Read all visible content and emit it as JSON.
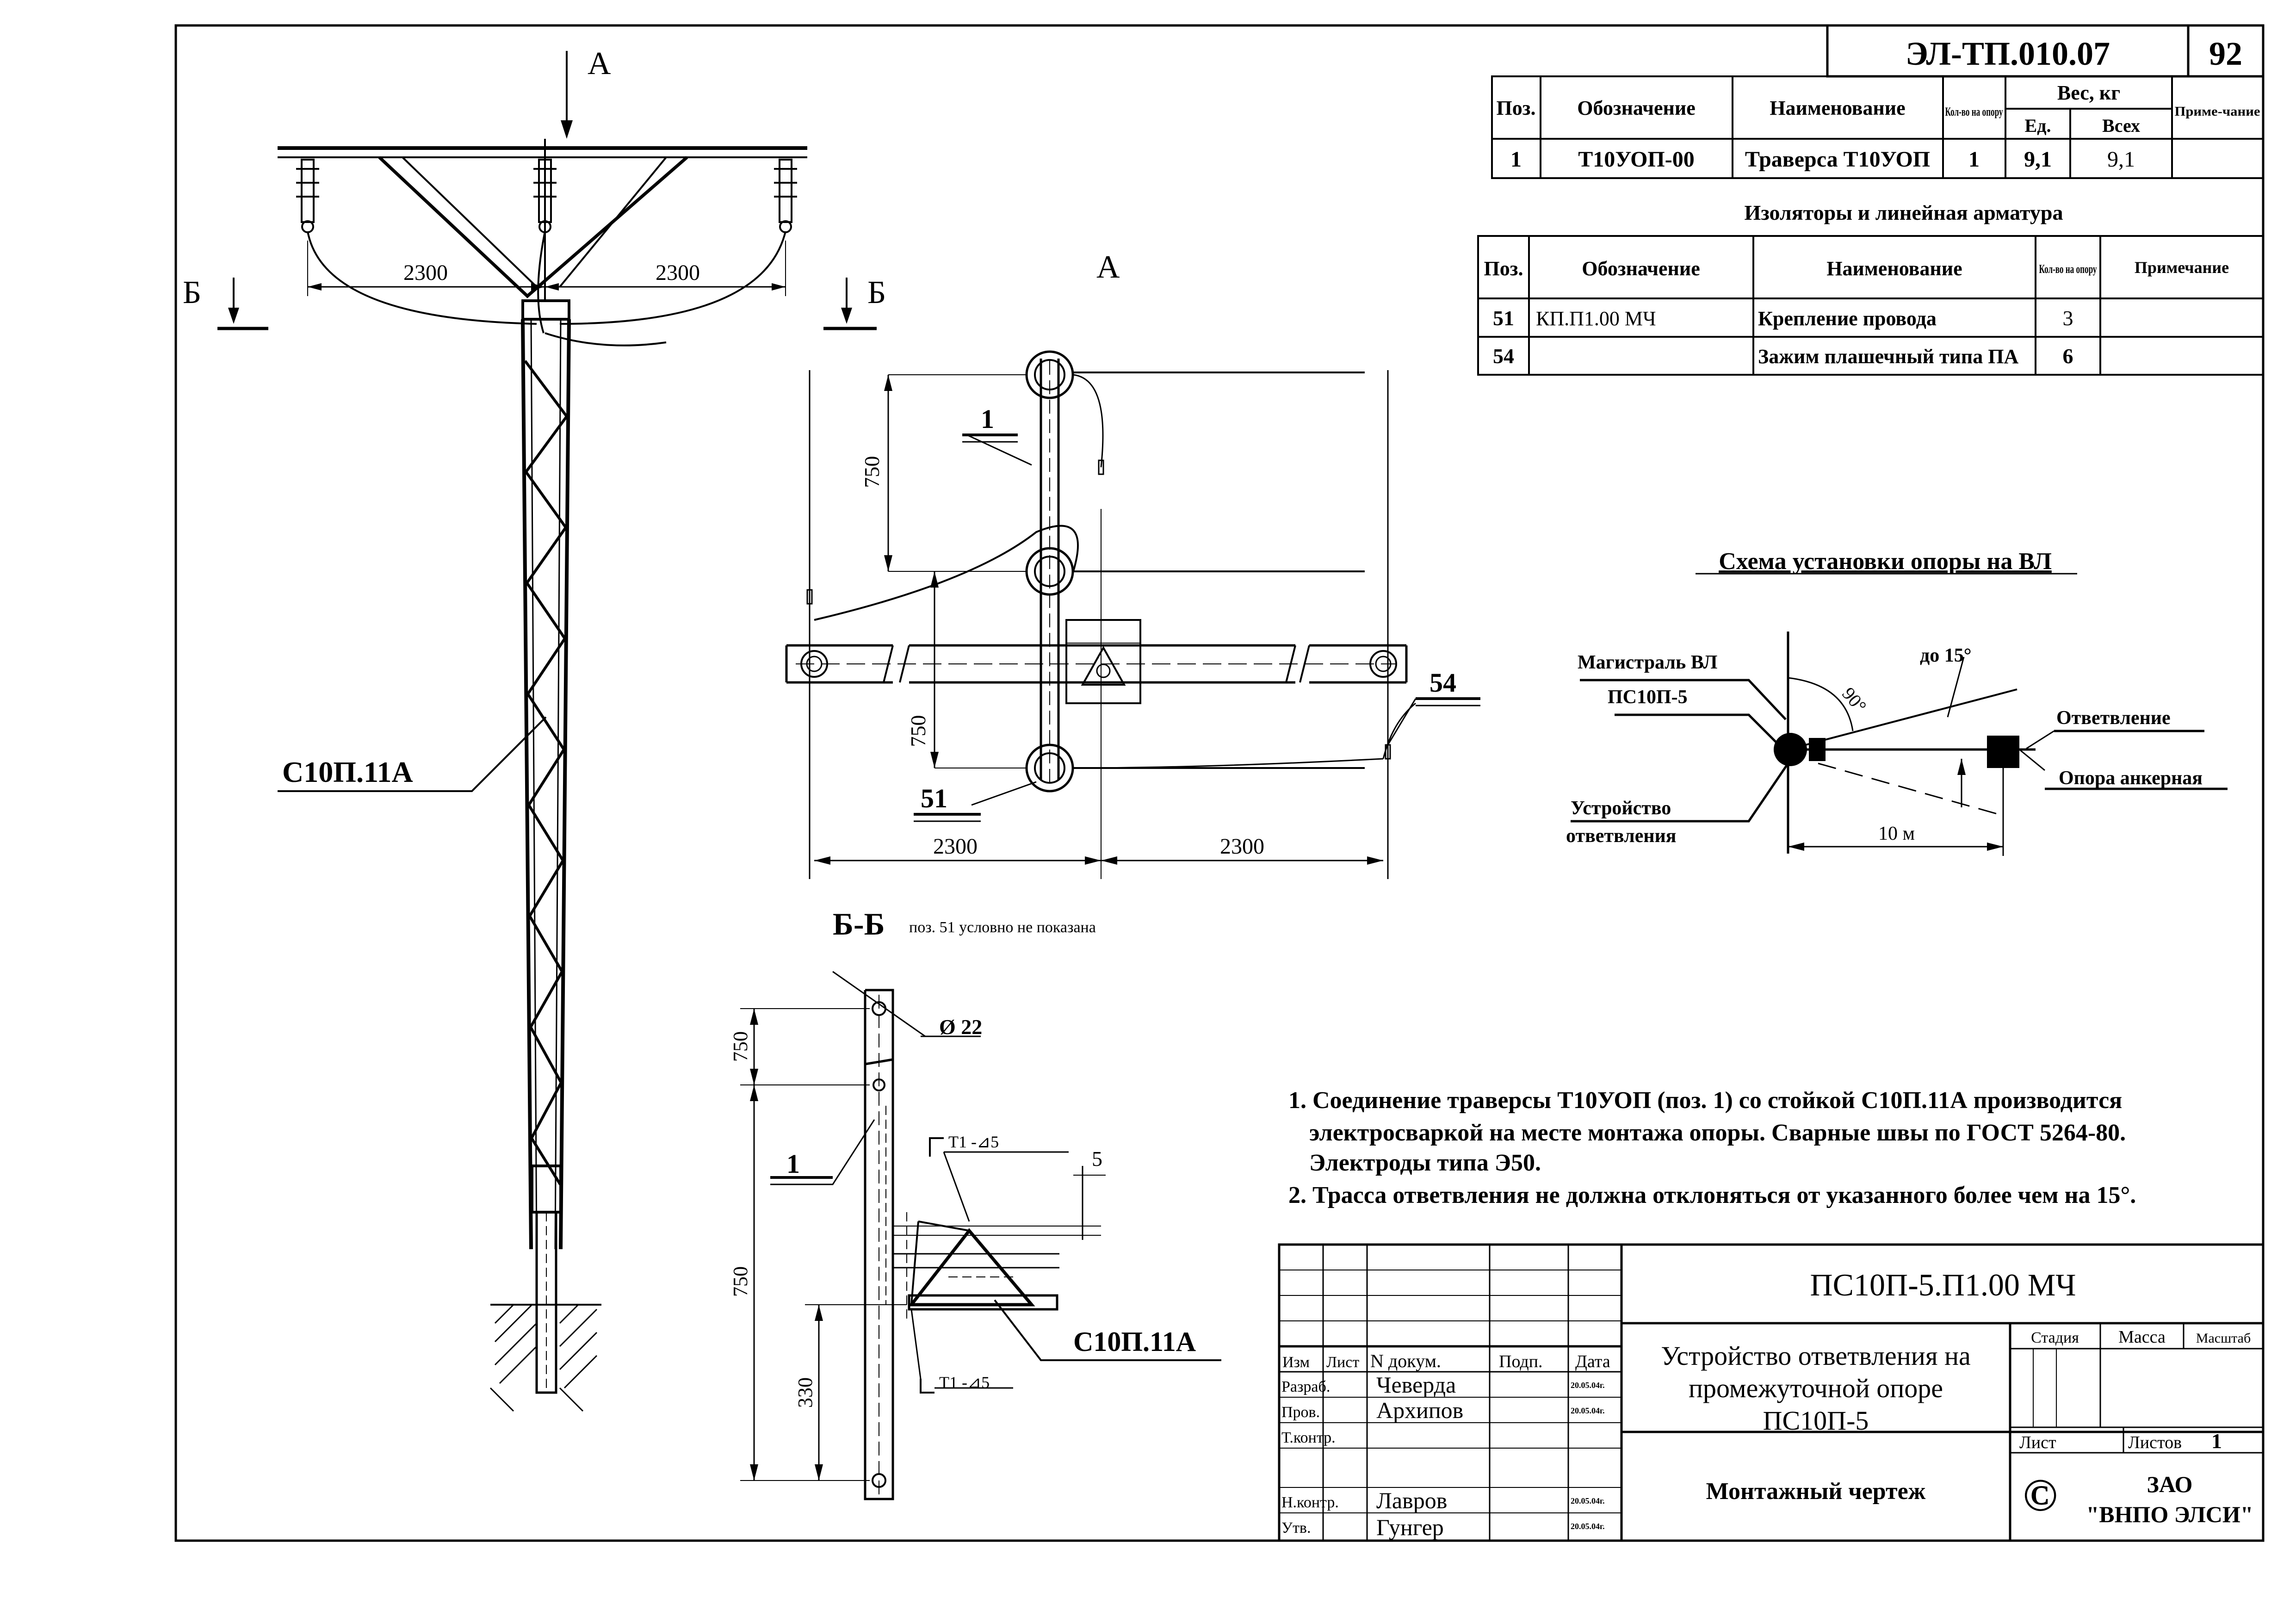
{
  "title_block": {
    "doc_code": "ЭЛ-ТП.010.07",
    "page_no": "92",
    "designation": "ПС10П-5.П1.00 МЧ",
    "name_lines": [
      "Устройство ответвления на",
      "промежуточной опоре",
      "ПС10П-5"
    ],
    "drawing_type": "Монтажный чертеж",
    "company_line1": "ЗАО",
    "company_line2": "\"ВНПО ЭЛСИ\"",
    "copyright": "©",
    "stage_headers": [
      "Стадия",
      "Масса",
      "Масштаб"
    ],
    "sheet_label": "Лист",
    "sheets_label": "Листов",
    "sheets_value": "1",
    "rev_headers": [
      "Изм",
      "Лист",
      "N докум.",
      "Подп.",
      "Дата"
    ],
    "signers": [
      {
        "role": "Разраб.",
        "name": "Чеверда",
        "date": "20.05.04г."
      },
      {
        "role": "Пров.",
        "name": "Архипов",
        "date": "20.05.04г."
      },
      {
        "role": "Т.контр.",
        "name": "",
        "date": ""
      },
      {
        "role": "Н.контр.",
        "name": "Лавров",
        "date": "20.05.04г."
      },
      {
        "role": "Утв.",
        "name": "Гунгер",
        "date": "20.05.04г."
      }
    ]
  },
  "parts_table": {
    "headers": [
      "Поз.",
      "Обозначение",
      "Наименование",
      "Кол-во на опору",
      "Вес, кг",
      "Ед.",
      "Всех",
      "Приме-чание"
    ],
    "rows": [
      {
        "pos": "1",
        "code": "Т10УОП-00",
        "name": "Траверса Т10УОП",
        "qty": "1",
        "unit_w": "9,1",
        "total_w": "9,1",
        "note": ""
      }
    ]
  },
  "insulators_table": {
    "title": "Изоляторы и линейная арматура",
    "headers": [
      "Поз.",
      "Обозначение",
      "Наименование",
      "Кол-во на опору",
      "Примечание"
    ],
    "rows": [
      {
        "pos": "51",
        "code": "КП.П1.00 МЧ",
        "name": "Крепление провода",
        "qty": "3",
        "note": ""
      },
      {
        "pos": "54",
        "code": "",
        "name": "Зажим плашечный типа ПА",
        "qty": "6",
        "note": ""
      }
    ]
  },
  "scheme": {
    "title": "Схема установки опоры на ВЛ",
    "main_line": "Магистраль ВЛ",
    "pole": "ПС10П-5",
    "device_line1": "Устройство",
    "device_line2": "ответвления",
    "branch": "Ответвление",
    "anchor": "Опора анкерная",
    "angle_90": "90°",
    "angle_15": "до 15°",
    "distance": "10 м"
  },
  "notes": [
    "1. Соединение траверсы Т10УОП (поз. 1) со стойкой С10П.11А производится",
    "электросваркой на месте монтажа опоры. Сварные швы по ГОСТ 5264-80.",
    "Электроды типа Э50.",
    "2. Трасса ответвления не должна отклоняться от указанного более чем на 15°."
  ],
  "views": {
    "view_a": "А",
    "section_letter": "Б",
    "section_title": "Б-Б",
    "section_note": "поз. 51  условно не показана",
    "pole_label": "С10П.11А",
    "pos_1": "1",
    "pos_51": "51",
    "pos_54": "54",
    "dim_2300": "2300",
    "dim_750": "750",
    "dim_330": "330",
    "dim_5": "5",
    "hole": "Ø 22",
    "weld": "Т1 -⊿5"
  }
}
